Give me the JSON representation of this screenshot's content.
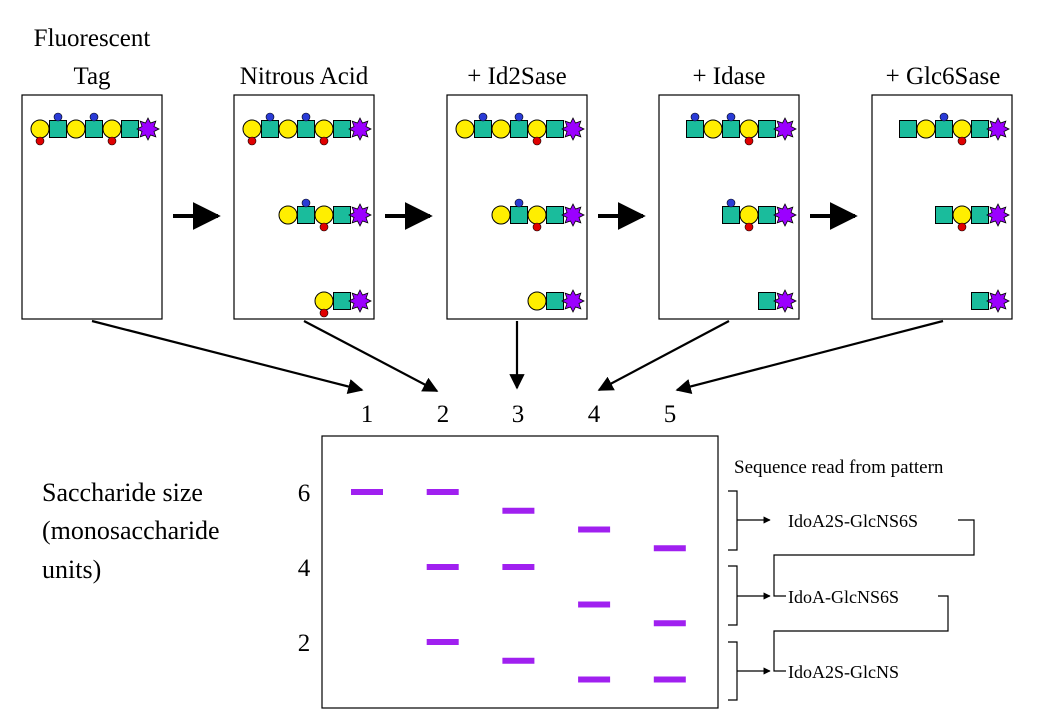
{
  "colors": {
    "uronic": "#ffee00",
    "glcn": "#1abc9c",
    "sulfate_2": "#e00000",
    "sulfate_n": "#2a3bd6",
    "tag": "#9b00ff",
    "band": "#a020f0"
  },
  "panels": [
    {
      "title": "Fluorescent\nTag",
      "title_lines": [
        "Fluorescent",
        "Tag"
      ],
      "chains": [
        [
          {
            "shape": "circle",
            "s": "2"
          },
          {
            "shape": "square",
            "s": "N"
          },
          {
            "shape": "circle",
            "s": ""
          },
          {
            "shape": "square",
            "s": "N"
          },
          {
            "shape": "circle",
            "s": "2"
          },
          {
            "shape": "square",
            "s": ""
          },
          {
            "shape": "tag"
          }
        ]
      ]
    },
    {
      "title": "Nitrous Acid",
      "title_lines": [
        "Nitrous Acid"
      ],
      "chains": [
        [
          {
            "shape": "circle",
            "s": "2"
          },
          {
            "shape": "square",
            "s": "N"
          },
          {
            "shape": "circle",
            "s": ""
          },
          {
            "shape": "square",
            "s": "N"
          },
          {
            "shape": "circle",
            "s": "2"
          },
          {
            "shape": "square",
            "s": ""
          },
          {
            "shape": "tag"
          }
        ],
        [
          {
            "shape": "circle",
            "s": ""
          },
          {
            "shape": "square",
            "s": "N"
          },
          {
            "shape": "circle",
            "s": "2"
          },
          {
            "shape": "square",
            "s": ""
          },
          {
            "shape": "tag"
          }
        ],
        [
          {
            "shape": "circle",
            "s": "2"
          },
          {
            "shape": "square",
            "s": ""
          },
          {
            "shape": "tag"
          }
        ]
      ]
    },
    {
      "title": "+ Id2Sase",
      "title_lines": [
        "+ Id2Sase"
      ],
      "chains": [
        [
          {
            "shape": "circle",
            "s": ""
          },
          {
            "shape": "square",
            "s": "N"
          },
          {
            "shape": "circle",
            "s": ""
          },
          {
            "shape": "square",
            "s": "N"
          },
          {
            "shape": "circle",
            "s": "2"
          },
          {
            "shape": "square",
            "s": ""
          },
          {
            "shape": "tag"
          }
        ],
        [
          {
            "shape": "circle",
            "s": ""
          },
          {
            "shape": "square",
            "s": "N"
          },
          {
            "shape": "circle",
            "s": "2"
          },
          {
            "shape": "square",
            "s": ""
          },
          {
            "shape": "tag"
          }
        ],
        [
          {
            "shape": "circle",
            "s": ""
          },
          {
            "shape": "square",
            "s": ""
          },
          {
            "shape": "tag"
          }
        ]
      ]
    },
    {
      "title": "+ Idase",
      "title_lines": [
        "+ Idase"
      ],
      "chains": [
        [
          {
            "shape": "square",
            "s": "N"
          },
          {
            "shape": "circle",
            "s": ""
          },
          {
            "shape": "square",
            "s": "N"
          },
          {
            "shape": "circle",
            "s": "2"
          },
          {
            "shape": "square",
            "s": ""
          },
          {
            "shape": "tag"
          }
        ],
        [
          {
            "shape": "square",
            "s": "N"
          },
          {
            "shape": "circle",
            "s": "2"
          },
          {
            "shape": "square",
            "s": ""
          },
          {
            "shape": "tag"
          }
        ],
        [
          {
            "shape": "square",
            "s": ""
          },
          {
            "shape": "tag"
          }
        ]
      ]
    },
    {
      "title": "+ Glc6Sase",
      "title_lines": [
        "+ Glc6Sase"
      ],
      "chains": [
        [
          {
            "shape": "square",
            "s": ""
          },
          {
            "shape": "circle",
            "s": ""
          },
          {
            "shape": "square",
            "s": "N"
          },
          {
            "shape": "circle",
            "s": "2"
          },
          {
            "shape": "square",
            "s": ""
          },
          {
            "shape": "tag"
          }
        ],
        [
          {
            "shape": "square",
            "s": ""
          },
          {
            "shape": "circle",
            "s": "2"
          },
          {
            "shape": "square",
            "s": ""
          },
          {
            "shape": "tag"
          }
        ],
        [
          {
            "shape": "square",
            "s": ""
          },
          {
            "shape": "tag"
          }
        ]
      ]
    }
  ],
  "gel": {
    "lanes": [
      "1",
      "2",
      "3",
      "4",
      "5"
    ],
    "y_label": [
      "Saccharide size",
      "(monosaccharide",
      "units)"
    ],
    "ticks": [
      {
        "label": "6",
        "value": 6
      },
      {
        "label": "4",
        "value": 4
      },
      {
        "label": "2",
        "value": 2
      }
    ],
    "bands": [
      {
        "lane": 1,
        "size": 6
      },
      {
        "lane": 2,
        "size": 6
      },
      {
        "lane": 2,
        "size": 4
      },
      {
        "lane": 2,
        "size": 2
      },
      {
        "lane": 3,
        "size": 5.5
      },
      {
        "lane": 3,
        "size": 4
      },
      {
        "lane": 3,
        "size": 1.5
      },
      {
        "lane": 4,
        "size": 5
      },
      {
        "lane": 4,
        "size": 3
      },
      {
        "lane": 4,
        "size": 1
      },
      {
        "lane": 5,
        "size": 4.5
      },
      {
        "lane": 5,
        "size": 2.5
      },
      {
        "lane": 5,
        "size": 1
      }
    ]
  },
  "sequence": {
    "header": "Sequence read from pattern",
    "disaccharides": [
      "IdoA2S-GlcNS6S",
      "IdoA-GlcNS6S",
      "IdoA2S-GlcNS"
    ]
  }
}
